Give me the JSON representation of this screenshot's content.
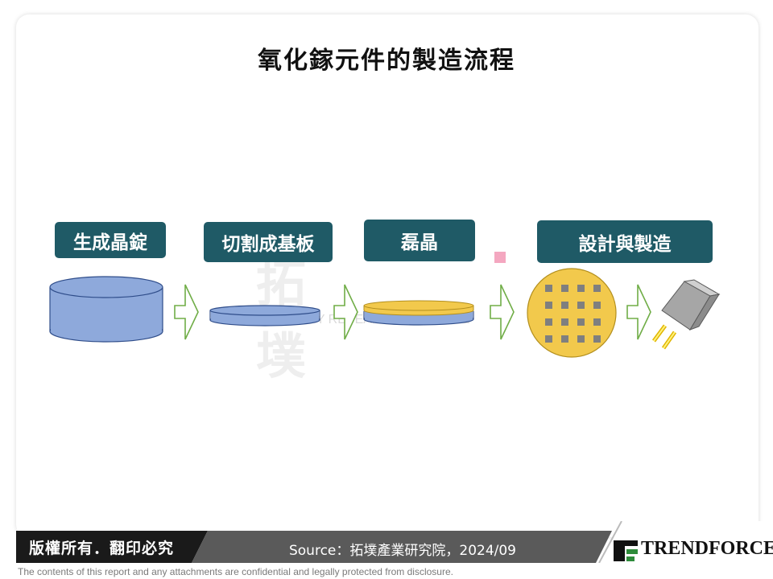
{
  "title": "氧化鎵元件的製造流程",
  "stages": [
    {
      "label": "生成晶錠"
    },
    {
      "label": "切割成基板"
    },
    {
      "label": "磊晶"
    },
    {
      "label": "設計與製造"
    }
  ],
  "watermark": {
    "cn": "拓墣",
    "en": "TOPOLOGY RESEARCH INSTITUTE"
  },
  "footer": {
    "copyright": "版權所有．翻印必究",
    "source": "Source：拓墣產業研究院，2024/09",
    "logo": "TRENDFORCE",
    "disclaimer": "The contents of this report and any attachments are confidential and legally protected from disclosure."
  },
  "colors": {
    "label_bg": "#1f5a66",
    "ingot_fill": "#8ea9db",
    "ingot_stroke": "#2f4d8a",
    "epi_fill": "#f2c94c",
    "arrow_stroke": "#70ad47",
    "chip_fill": "#7f7f7f",
    "accent_pink": "#f4a7c0"
  }
}
